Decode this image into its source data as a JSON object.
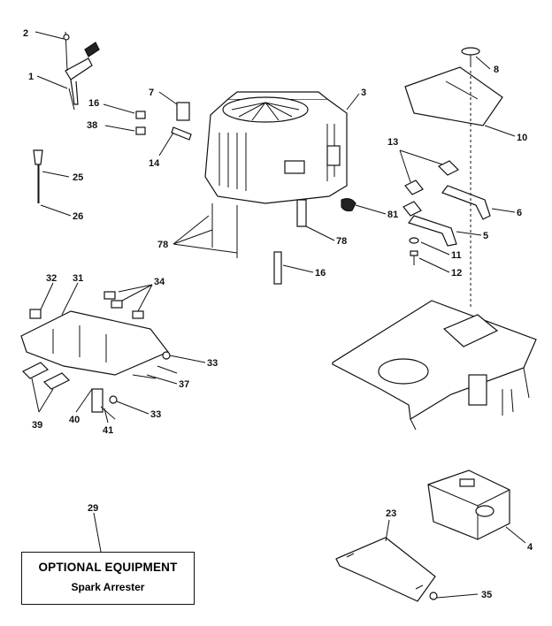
{
  "labels": {
    "l2": "2",
    "l1": "1",
    "l16a": "16",
    "l38": "38",
    "l7": "7",
    "l14": "14",
    "l3": "3",
    "l8": "8",
    "l10": "10",
    "l13": "13",
    "l6": "6",
    "l5": "5",
    "l11": "11",
    "l12": "12",
    "l81": "81",
    "l25": "25",
    "l26": "26",
    "l78a": "78",
    "l78b": "78",
    "l16b": "16",
    "l32": "32",
    "l31": "31",
    "l34": "34",
    "l33a": "33",
    "l37": "37",
    "l33b": "33",
    "l39": "39",
    "l40": "40",
    "l41": "41",
    "l29": "29",
    "l23": "23",
    "l4": "4",
    "l35": "35"
  },
  "optional_box": {
    "title": "OPTIONAL EQUIPMENT",
    "subtitle": "Spark Arrester"
  }
}
